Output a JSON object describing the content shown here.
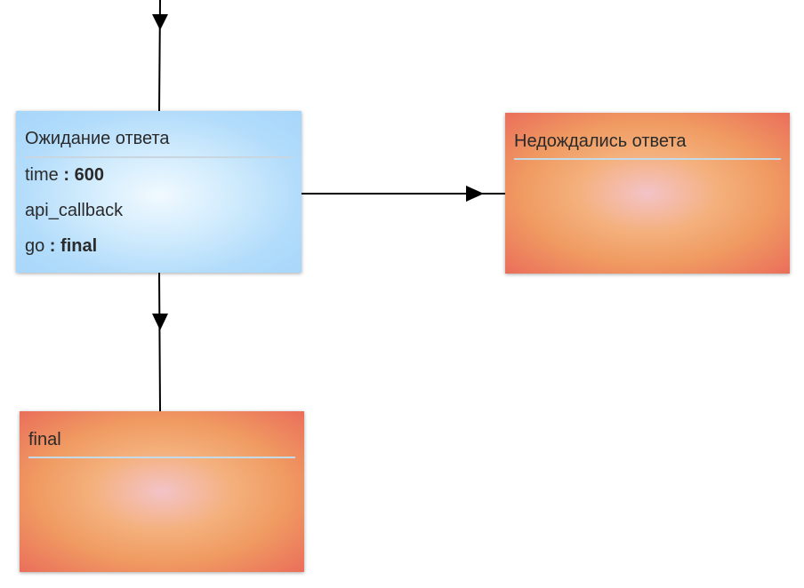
{
  "nodes": {
    "waiting": {
      "title": "Ожидание ответа",
      "props": {
        "time_key": "time",
        "time_sep": " : ",
        "time_value": "600",
        "callback": "api_callback",
        "go_key": "go",
        "go_sep": " : ",
        "go_value": "final"
      },
      "color": "#a6d6fb"
    },
    "timeout": {
      "title": "Недождались ответа",
      "color": "#f09b62"
    },
    "final": {
      "title": "final",
      "color": "#f09b62"
    }
  },
  "edges": [
    {
      "from": "entry",
      "to": "waiting"
    },
    {
      "from": "waiting",
      "to": "timeout"
    },
    {
      "from": "waiting",
      "to": "final"
    }
  ],
  "colors": {
    "edge": "#000000",
    "divider": "#c3dbe9"
  }
}
